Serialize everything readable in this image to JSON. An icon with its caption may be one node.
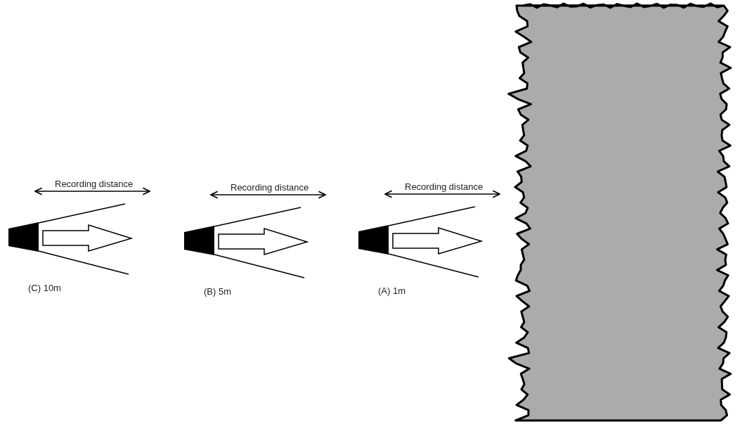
{
  "diagram": {
    "labels": [
      "Recording distance",
      "Recording distance",
      "Recording distance",
      "(C) 10m",
      "(B) 5m",
      "(A) 1m"
    ]
  }
}
